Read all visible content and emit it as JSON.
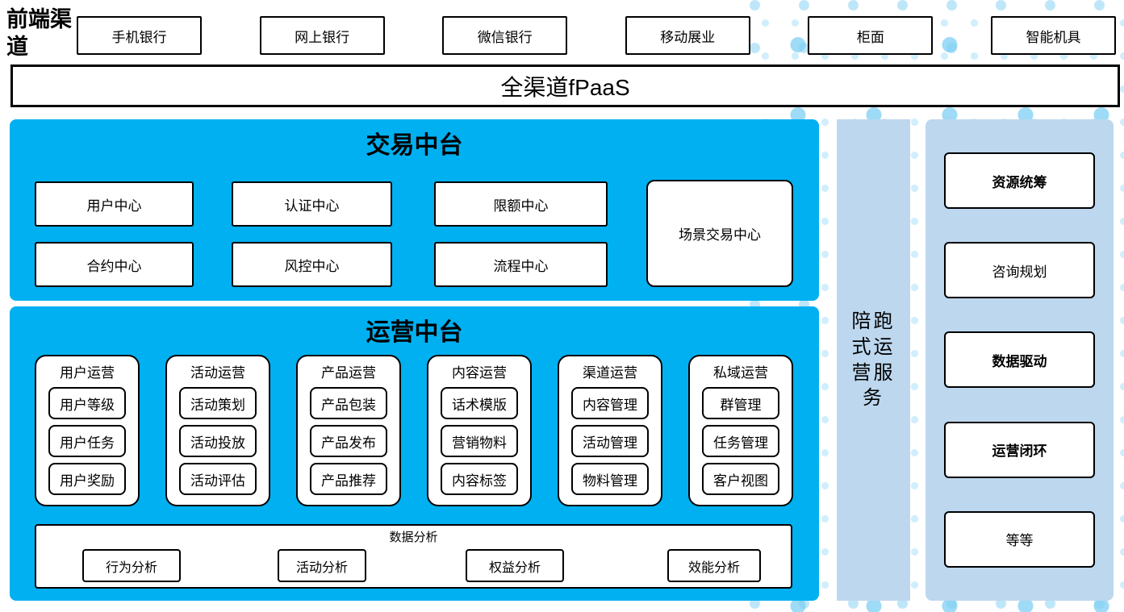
{
  "front_channels": {
    "label": "前端渠道",
    "items": [
      "手机银行",
      "网上银行",
      "微信银行",
      "移动展业",
      "柜面",
      "智能机具"
    ]
  },
  "fpaas": {
    "label": "全渠道fPaaS"
  },
  "trade_platform": {
    "title": "交易中台",
    "row1": [
      "用户中心",
      "认证中心",
      "限额中心"
    ],
    "row2": [
      "合约中心",
      "风控中心",
      "流程中心"
    ],
    "scene_center": "场景交易中心"
  },
  "ops_platform": {
    "title": "运营中台",
    "columns": [
      {
        "title": "用户运营",
        "items": [
          "用户等级",
          "用户任务",
          "用户奖励"
        ]
      },
      {
        "title": "活动运营",
        "items": [
          "活动策划",
          "活动投放",
          "活动评估"
        ]
      },
      {
        "title": "产品运营",
        "items": [
          "产品包装",
          "产品发布",
          "产品推荐"
        ]
      },
      {
        "title": "内容运营",
        "items": [
          "话术模版",
          "营销物料",
          "内容标签"
        ]
      },
      {
        "title": "渠道运营",
        "items": [
          "内容管理",
          "活动管理",
          "物料管理"
        ]
      },
      {
        "title": "私域运营",
        "items": [
          "群管理",
          "任务管理",
          "客户视图"
        ]
      }
    ],
    "analysis": {
      "title": "数据分析",
      "items": [
        "行为分析",
        "活动分析",
        "权益分析",
        "效能分析"
      ]
    }
  },
  "side_strip": {
    "label": "陪跑式运营服务"
  },
  "service_column": {
    "items": [
      {
        "label": "资源统筹",
        "bold": true
      },
      {
        "label": "咨询规划",
        "bold": false
      },
      {
        "label": "数据驱动",
        "bold": true
      },
      {
        "label": "运营闭环",
        "bold": true
      },
      {
        "label": "等等",
        "bold": false
      }
    ]
  },
  "colors": {
    "accent_blue": "#00b0f0",
    "light_blue": "#bdd7ee",
    "dot_blue": "#a8def7",
    "text": "#000000"
  }
}
